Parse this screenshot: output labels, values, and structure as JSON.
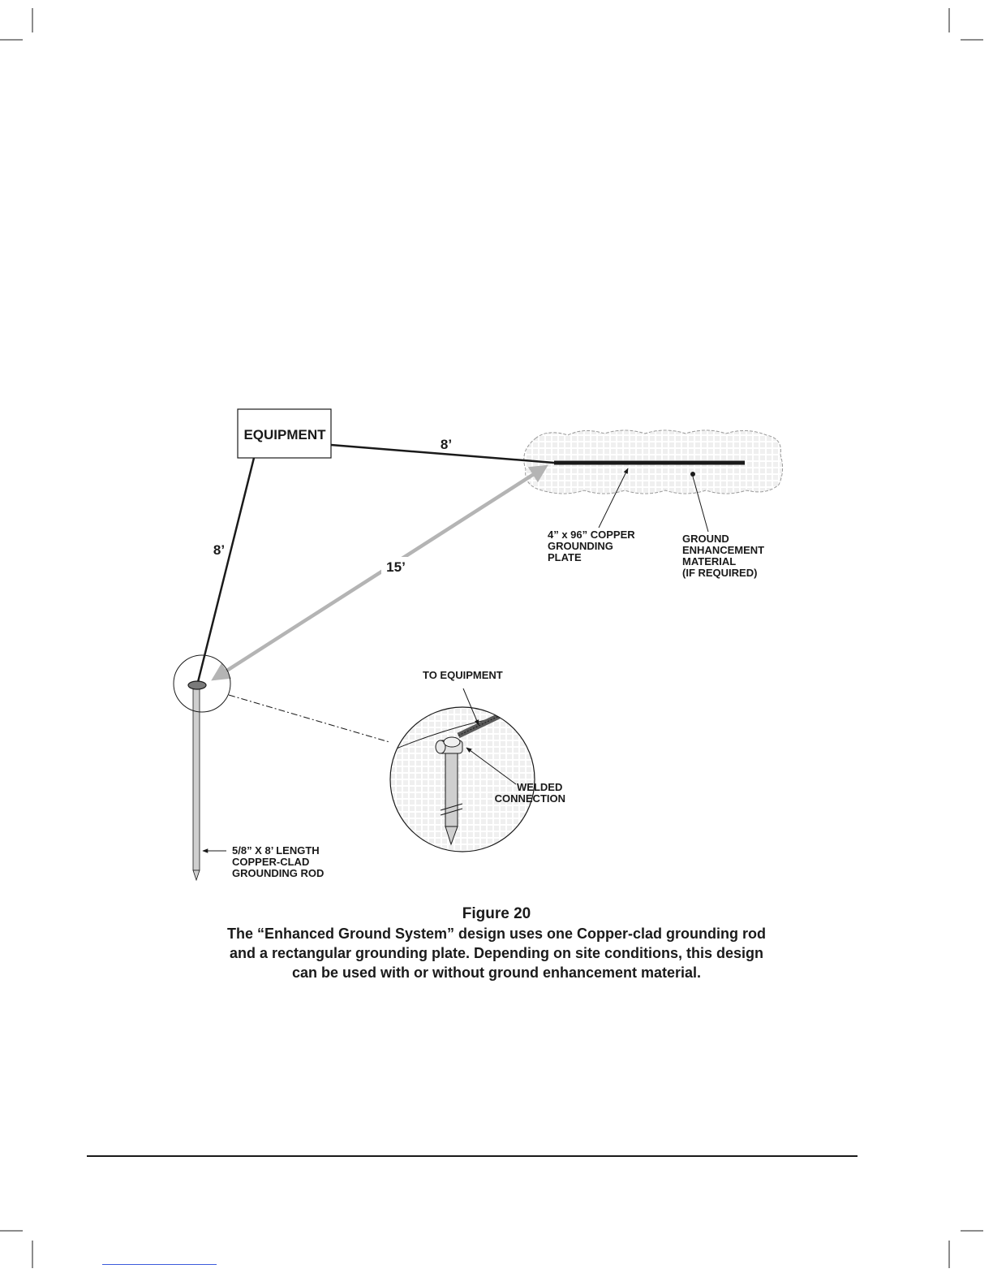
{
  "diagram": {
    "equipment_label": "EQUIPMENT",
    "dim_equipment_to_plate": "8’",
    "dim_equipment_to_rod": "8’",
    "dim_rod_to_plate": "15’",
    "plate_label": [
      "4” x 96” COPPER",
      "GROUNDING",
      "PLATE"
    ],
    "enhancement_label": [
      "GROUND",
      "ENHANCEMENT",
      "MATERIAL",
      "(IF REQUIRED)"
    ],
    "to_equipment_label": "TO EQUIPMENT",
    "welded_label": [
      "WELDED",
      "CONNECTION"
    ],
    "rod_label": [
      "5/8” X 8’ LENGTH",
      "COPPER-CLAD",
      "GROUNDING ROD"
    ]
  },
  "caption": {
    "title": "Figure 20",
    "lines": [
      "The “Enhanced Ground System” design uses one Copper-clad grounding rod",
      "and a rectangular grounding plate. Depending on site conditions, this design",
      "can be used with or without ground enhancement material."
    ]
  },
  "colors": {
    "ink": "#1a1a1a",
    "arrow_gray": "#b4b4b4",
    "rod_gray": "#cfcfcf",
    "link_blue": "#3b5bdb"
  }
}
